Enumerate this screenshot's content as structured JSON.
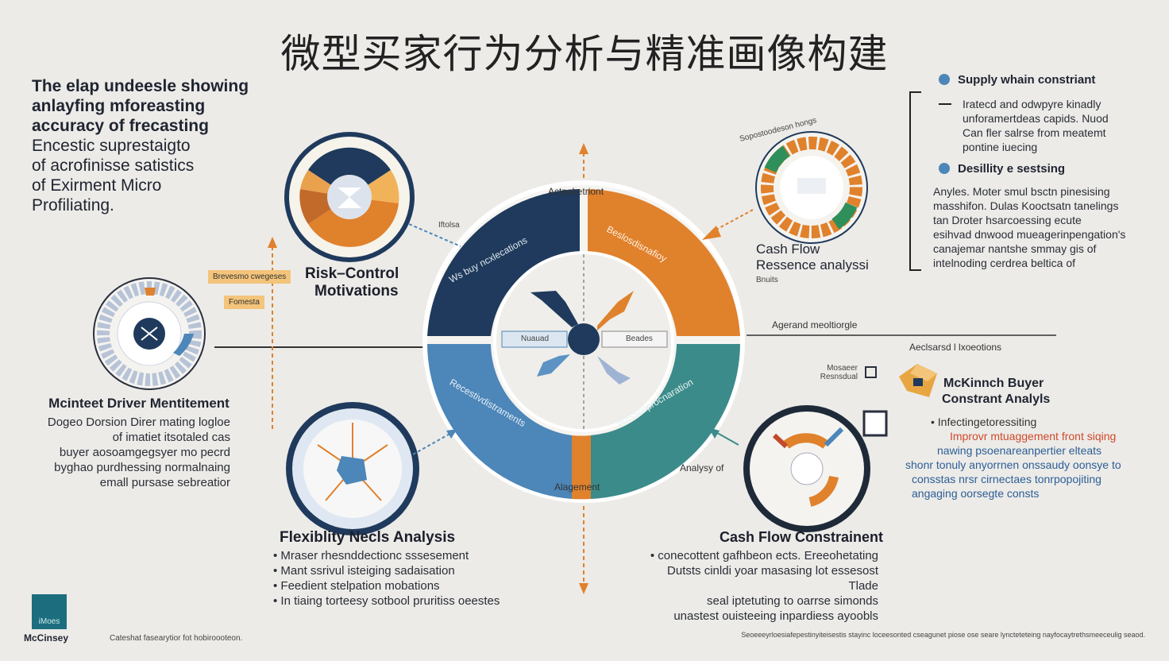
{
  "title": "微型买家行为分析与精准画像构建",
  "intro": {
    "line1": "The elap undeesle showing",
    "line2": "anlayfing mforeasting",
    "line3": "accuracy of frecasting",
    "line4": "Encestic suprestaigto",
    "line5": "of acrofinisse satistics",
    "line6": "of Exirment Micro",
    "line7": "Profiliating."
  },
  "center": {
    "top_label": "Actpoketriont",
    "bottom_label": "Alagement",
    "left_hub": "Nuauad",
    "right_hub": "Beades",
    "q_tl": "Ws buy ncxlecations",
    "q_tr": "Beslosdisnafioy",
    "q_bl": "Recestivdistraments",
    "q_br": "Wasscoprocnaration"
  },
  "risk": {
    "title1": "Risk–Control",
    "title2": "Motivations",
    "side_tag": "Iftolsa"
  },
  "driver": {
    "title": "Mcinteet Driver Mentitement",
    "l1": "Dogeo Dorsion Direr mating logloe",
    "l2": "of imatiet itsotaled cas",
    "l3": "buyer aosoamgegsyer mo pecrd",
    "l4": "byghao purdhessing normalnaing",
    "l5": "emall pursase sebreatior",
    "tag1": "Brevesmo cwegeses",
    "tag2": "Fomesta"
  },
  "flex": {
    "title": "Flexiblity Necls Analysis",
    "b1": "• Mraser rhesnddectionc sssesement",
    "b2": "• Mant ssrivul isteiging sadaisation",
    "b3": "• Feedient stelpation mobations",
    "b4": "• In tiaing torteesy sotbool pruritiss oeestes"
  },
  "cashres": {
    "title1": "Cash Flow",
    "title2": "Ressence analyssi",
    "sub": "Bnuits",
    "ring_label": "Sopostoodeson hongs"
  },
  "supply": {
    "title": "Supply whain constriant",
    "l1": "Iratecd and odwpyre kinadly",
    "l2": "unforamertdeas capids. Nuod",
    "l3": "Can fler salrse from meatemt",
    "l4": "pontine iuecing"
  },
  "desil": {
    "title": "Desillity e sestsing",
    "l1": "Anyles. Moter smul bsctn pinesising",
    "l2": "masshifon. Dulas Kooctsatn tanelings",
    "l3": "tan Droter hsarcoessing ecute",
    "l4": "esihvad dnwood mueagerinpengation's",
    "l5": "canajemar nantshe smmay gis of",
    "l6": "intelnoding cerdrea beltica of"
  },
  "mid_right": {
    "line_label": "Agerand meoltiorgle",
    "line_label2": "Aeclsarsd l lxoeotions",
    "marker": "Mosaeer Resnsdual"
  },
  "mck": {
    "title1": "McKinnch Buyer",
    "title2": "Constrant Analyls",
    "b1": "• Infectingetoressiting",
    "b2": "Improvr mtuaggement front siqing",
    "b3": "nawing psoenareanpertier elteats",
    "b4": "shonr tonuly anyorrnen onssaudy oonsye to",
    "b5": "consstas nrsr cirnectaes tonrpopojiting",
    "b6": "angaging oorsegte consts"
  },
  "cashc": {
    "title": "Cash Flow Constrainent",
    "side": "Analysy of",
    "b1": "• conecottent gafhbeon ects. Ereeohetating",
    "b2": "Dutsts cinldi yoar masasing lot essesost Tlade",
    "b3": "seal iptetuting to oarrse simonds",
    "b4": "unastest ouisteeing inpardiess ayoobls"
  },
  "footer": {
    "logo_text": "iMoes",
    "brand": "McCinsey",
    "left": "Cateshat fasearytior fot hobiroooteon.",
    "right": "Seoeeeyrloesiafepestinyiteisestis stayinc loceesonted cseagunet piose ose seare lyncteteteing nayfocaytrethsmeeceulig seaod."
  },
  "colors": {
    "navy": "#1f3a5c",
    "orange": "#e0812c",
    "blue": "#4d86b8",
    "teal": "#3b8b8a",
    "bg": "#ecebe8"
  }
}
